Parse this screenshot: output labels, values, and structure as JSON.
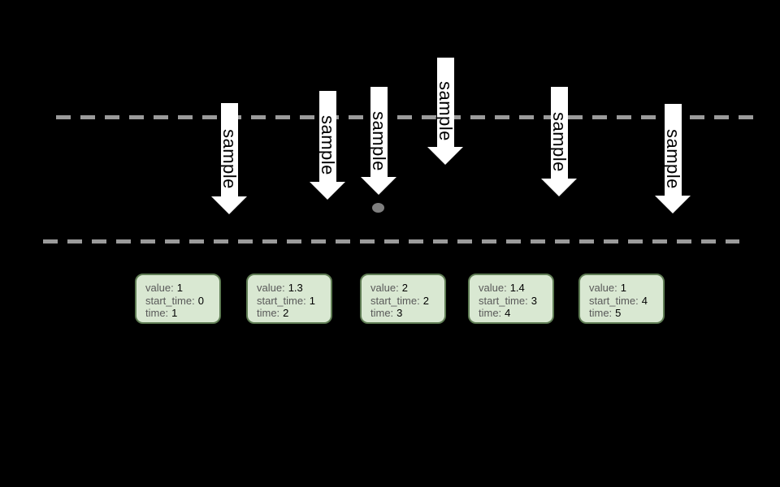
{
  "diagram": {
    "arrows": [
      {
        "label": "sample"
      },
      {
        "label": "sample"
      },
      {
        "label": "sample"
      },
      {
        "label": "sample"
      },
      {
        "label": "sample"
      },
      {
        "label": "sample"
      }
    ],
    "field_labels": {
      "value": "value:",
      "start_time": "start_time:",
      "time": "time:"
    },
    "samples": [
      {
        "value": "1",
        "start_time": "0",
        "time": "1"
      },
      {
        "value": "1.3",
        "start_time": "1",
        "time": "2"
      },
      {
        "value": "2",
        "start_time": "2",
        "time": "3"
      },
      {
        "value": "1.4",
        "start_time": "3",
        "time": "4"
      },
      {
        "value": "1",
        "start_time": "4",
        "time": "5"
      }
    ],
    "colors": {
      "background": "#000000",
      "dashed_line": "#9b9b9b",
      "arrow_fill": "#ffffff",
      "arrow_text": "#000000",
      "dot": "#7f7f7f",
      "box_fill": "#d9e8d2",
      "box_border": "#5f7d54",
      "box_label_text": "#595959",
      "box_value_text": "#000000"
    }
  }
}
